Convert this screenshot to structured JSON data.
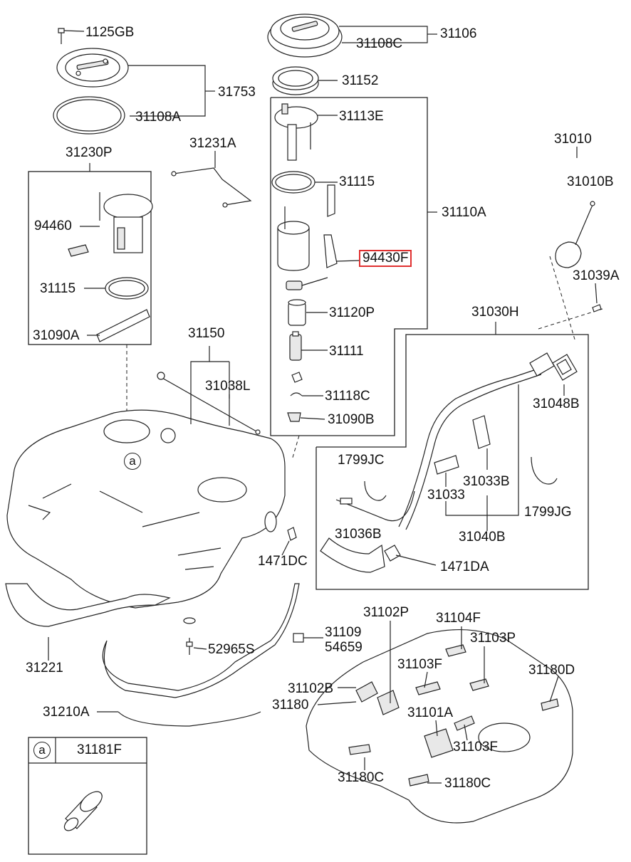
{
  "labels": {
    "p1125GB": "1125GB",
    "p31106": "31106",
    "p31108C": "31108C",
    "p31753": "31753",
    "p31152": "31152",
    "p31108A": "31108A",
    "p31113E": "31113E",
    "p31230P": "31230P",
    "p31231A": "31231A",
    "p31115a": "31115",
    "p31010": "31010",
    "p31010B": "31010B",
    "p31110A": "31110A",
    "p94460": "94460",
    "p94430F": "94430F",
    "p31039A": "31039A",
    "p31115b": "31115",
    "p31120P": "31120P",
    "p31030H": "31030H",
    "p31090Aa": "31090A",
    "p31150": "31150",
    "p31111": "31111",
    "p31048B": "31048B",
    "p31038L": "31038L",
    "p31118C": "31118C",
    "p31090B": "31090B",
    "p1799JC": "1799JC",
    "p31033B": "31033B",
    "p31033": "31033",
    "p1799JG": "1799JG",
    "p31036B": "31036B",
    "p31040B": "31040B",
    "p1471DC": "1471DC",
    "p1471DA": "1471DA",
    "p31102Pa": "31102P",
    "p31104F": "31104F",
    "p31109": "31109",
    "p54659": "54659",
    "p31103Pa": "31103P",
    "p31221": "31221",
    "p52965S": "52965S",
    "p31103Fa": "31103F",
    "p31180D": "31180D",
    "p31102B": "31102B",
    "p31180": "31180",
    "p31210A": "31210A",
    "p31101A": "31101A",
    "p31103Fb": "31103F",
    "p31181F": "31181F",
    "p31180Ca": "31180C",
    "p31180Cb": "31180C"
  },
  "callouts": {
    "ref_a_main": "a",
    "ref_a_inset": "a"
  },
  "highlight_color": "#e03030"
}
